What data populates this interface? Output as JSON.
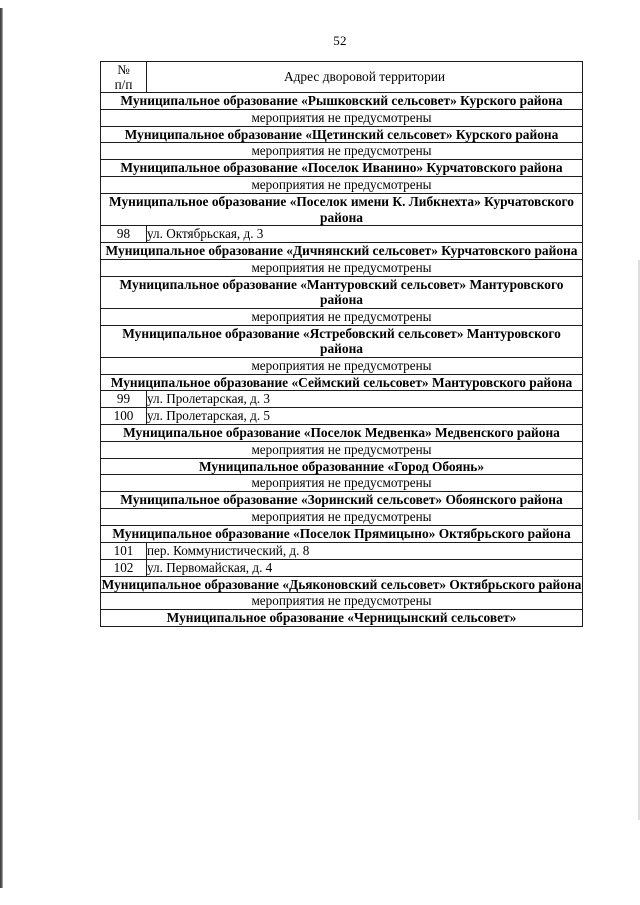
{
  "page": {
    "number": "52"
  },
  "table": {
    "header": {
      "num_line1": "№",
      "num_line2": "п/п",
      "address": "Адрес дворовой территории"
    },
    "no_measures_text": "мероприятия не предусмотрены",
    "rows": [
      {
        "kind": "municipality",
        "text": "Муниципальное образование «Рышковский сельсовет» Курского района"
      },
      {
        "kind": "no_measures",
        "text": "мероприятия не предусмотрены"
      },
      {
        "kind": "municipality",
        "text": "Муниципальное образование «Щетинский сельсовет» Курского района"
      },
      {
        "kind": "no_measures",
        "text": "мероприятия не предусмотрены"
      },
      {
        "kind": "municipality",
        "text": "Муниципальное образование «Поселок Иванино» Курчатовского района"
      },
      {
        "kind": "no_measures",
        "text": "мероприятия не предусмотрены"
      },
      {
        "kind": "municipality",
        "text": "Муниципальное образование «Поселок имени К. Либкнехта» Курчатовского района"
      },
      {
        "kind": "address",
        "num": "98",
        "address": "ул. Октябрьская, д. 3"
      },
      {
        "kind": "municipality",
        "text": "Муниципальное образование «Дичнянский сельсовет» Курчатовского района"
      },
      {
        "kind": "no_measures",
        "text": "мероприятия не предусмотрены"
      },
      {
        "kind": "municipality",
        "text": "Муниципальное образование «Мантуровский сельсовет» Мантуровского района"
      },
      {
        "kind": "no_measures",
        "text": "мероприятия не предусмотрены"
      },
      {
        "kind": "municipality",
        "text": "Муниципальное образование «Ястребовский сельсовет» Мантуровского района"
      },
      {
        "kind": "no_measures",
        "text": "мероприятия не предусмотрены"
      },
      {
        "kind": "municipality",
        "text": "Муниципальное образование «Сеймский сельсовет» Мантуровского района"
      },
      {
        "kind": "address",
        "num": "99",
        "address": "ул. Пролетарская, д. 3"
      },
      {
        "kind": "address",
        "num": "100",
        "address": "ул. Пролетарская, д. 5"
      },
      {
        "kind": "municipality",
        "text": "Муниципальное образование «Поселок Медвенка» Медвенского района"
      },
      {
        "kind": "no_measures",
        "text": "мероприятия не предусмотрены"
      },
      {
        "kind": "municipality",
        "text": "Муниципальное образованние «Город Обоянь»"
      },
      {
        "kind": "no_measures",
        "text": "мероприятия не предусмотрены"
      },
      {
        "kind": "municipality",
        "text": "Муниципальное образование «Зоринский сельсовет» Обоянского района"
      },
      {
        "kind": "no_measures",
        "text": "мероприятия не предусмотрены"
      },
      {
        "kind": "municipality",
        "text": "Муниципальное образование «Поселок Прямицыно» Октябрьского района"
      },
      {
        "kind": "address",
        "num": "101",
        "address": "пер. Коммунистический, д. 8"
      },
      {
        "kind": "address",
        "num": "102",
        "address": "ул. Первомайская, д. 4"
      },
      {
        "kind": "municipality",
        "text": "Муниципальное образование «Дьяконовский сельсовет» Октябрьского района"
      },
      {
        "kind": "no_measures",
        "text": "мероприятия не предусмотрены"
      },
      {
        "kind": "municipality",
        "text": "Муниципальное образование «Черницынский сельсовет»"
      }
    ]
  }
}
